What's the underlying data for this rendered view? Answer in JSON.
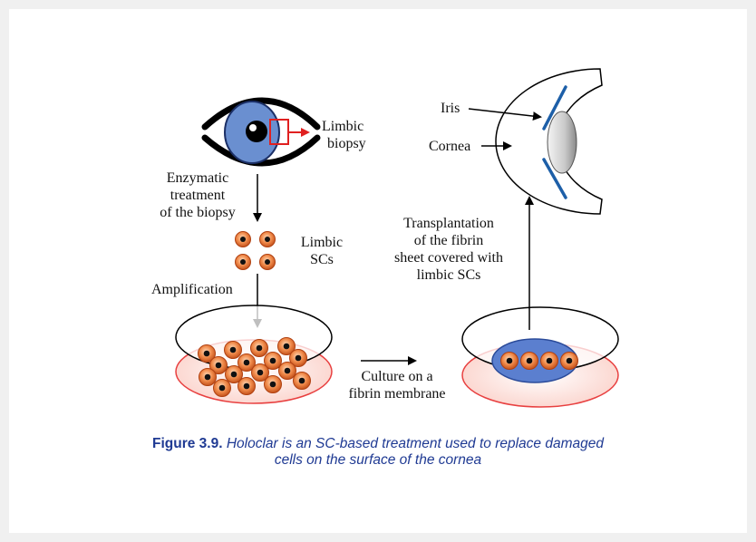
{
  "labels": {
    "limbic_biopsy_1": "Limbic",
    "limbic_biopsy_2": "biopsy",
    "enzymatic_1": "Enzymatic",
    "enzymatic_2": "treatment",
    "enzymatic_3": "of the biopsy",
    "limbic_scs_1": "Limbic",
    "limbic_scs_2": "SCs",
    "amplification": "Amplification",
    "culture_1": "Culture on a",
    "culture_2": "fibrin membrane",
    "transplant_1": "Transplantation",
    "transplant_2": "of the fibrin",
    "transplant_3": "sheet covered with",
    "transplant_4": "limbic SCs",
    "iris": "Iris",
    "cornea": "Cornea"
  },
  "caption": {
    "figure_number": "Figure 3.9.",
    "line1": "Holoclar is an SC-based treatment used to replace damaged",
    "line2": "cells on the surface of the cornea"
  },
  "colors": {
    "caption": "#1f3a93",
    "iris_blue": "#6a8fd0",
    "biopsy_box": "#e02020",
    "dish_red": "#e84040",
    "cell_orange": "#e8763a",
    "fibrin_blue": "#5b7fcf"
  },
  "icons": {
    "eye": "eye-icon",
    "cells": "stem-cell-icon",
    "dish": "petri-dish-icon",
    "cornea": "cornea-cross-section-icon"
  }
}
